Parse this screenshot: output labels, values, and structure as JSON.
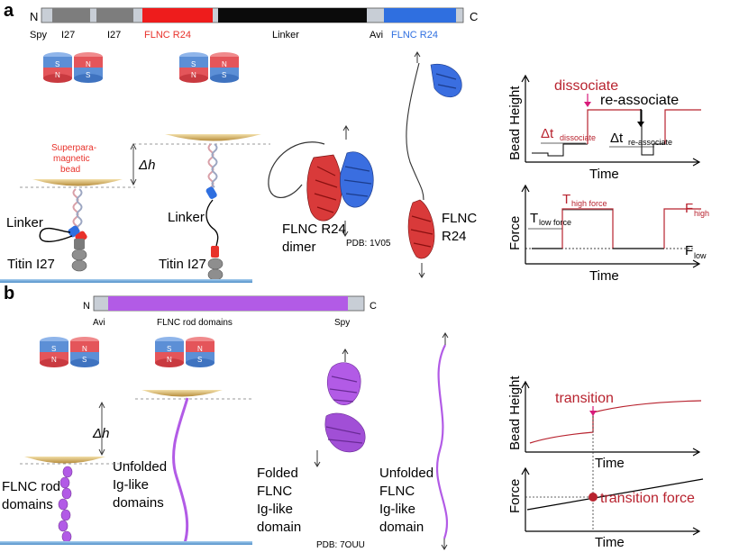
{
  "panel_a": {
    "label": "a",
    "construct": {
      "n_term": "N",
      "c_term": "C",
      "labels": [
        "Spy",
        "I27",
        "I27",
        "FLNC R24",
        "Linker",
        "Avi",
        "FLNC R24"
      ]
    },
    "magnet_pole_letters": [
      "S",
      "N",
      "N",
      "S"
    ],
    "bead_label_line1": "Superpara-",
    "bead_label_line2": "magnetic",
    "bead_label_line3": "bead",
    "delta_h": "Δh",
    "linker_label_1": "Linker",
    "linker_label_2": "Linker",
    "titin_label_1": "Titin I27",
    "titin_label_2": "Titin I27",
    "dimer_label_line1": "FLNC R24",
    "dimer_label_line2": "dimer",
    "pdb_label": "PDB: 1V05",
    "monomer_label_line1": "FLNC",
    "monomer_label_line2": "R24",
    "plot_height": {
      "ylabel": "Bead Height",
      "xlabel": "Time",
      "dissociate": "dissociate",
      "reassociate": "re-associate",
      "dt_dissociate_main": "Δt",
      "dt_dissociate_sub": "dissociate",
      "dt_reassociate_main": "Δt",
      "dt_reassociate_sub": "re-associate"
    },
    "plot_force": {
      "ylabel": "Force",
      "xlabel": "Time",
      "t_low_main": "T",
      "t_low_sub": "low force",
      "t_high_main": "T",
      "t_high_sub": "high force",
      "f_high_main": "F",
      "f_high_sub": "high",
      "f_low_main": "F",
      "f_low_sub": "low"
    }
  },
  "panel_b": {
    "label": "b",
    "construct": {
      "n_term": "N",
      "c_term": "C",
      "left_label": "Avi",
      "middle_label": "FLNC rod domains",
      "right_label": "Spy"
    },
    "delta_h": "Δh",
    "rod_label_line1": "FLNC rod",
    "rod_label_line2": "domains",
    "unfolded_label_line1": "Unfolded",
    "unfolded_label_line2": "Ig-like",
    "unfolded_label_line3": "domains",
    "folded_label": [
      "Folded",
      "FLNC",
      "Ig-like",
      "domain"
    ],
    "unfolded_single_label": [
      "Unfolded",
      "FLNC",
      "Ig-like",
      "domain"
    ],
    "pdb_label": "PDB: 7OUU",
    "plot_height": {
      "ylabel": "Bead Height",
      "xlabel": "Time",
      "transition": "transition"
    },
    "plot_force": {
      "ylabel": "Force",
      "xlabel": "Time",
      "transition_force": "transition force"
    }
  },
  "colors": {
    "red": "#e8312a",
    "blue": "#2f6fe0",
    "purple": "#b25be6",
    "dark_red": "#b8232f",
    "magenta": "#d81b7a",
    "grey": "#7a7a7a",
    "surface": "#6fa8d8"
  }
}
